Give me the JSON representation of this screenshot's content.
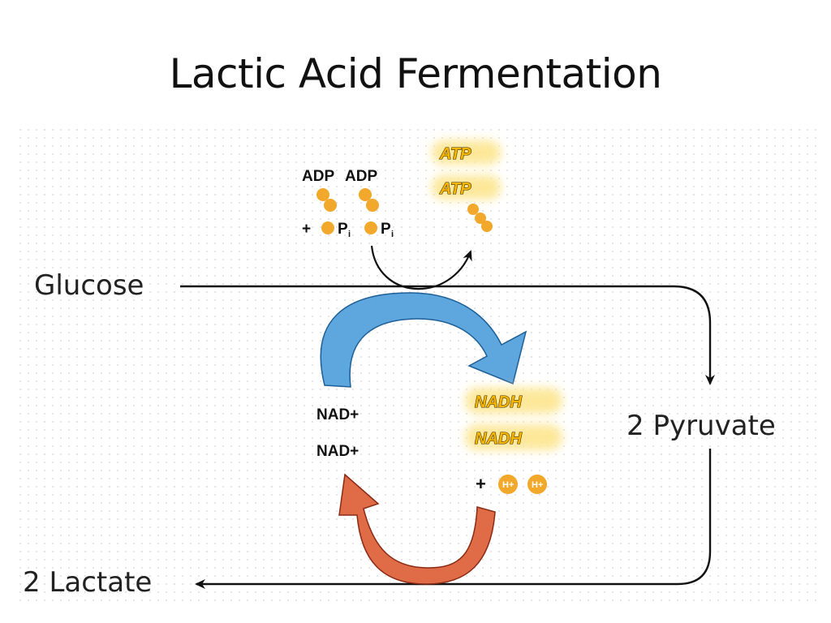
{
  "title": "Lactic Acid Fermentation",
  "diagram": {
    "input": "Glucose",
    "intermediate": "2 Pyruvate",
    "output": "2 Lactate",
    "adp": [
      "ADP",
      "ADP"
    ],
    "plus": "+",
    "pi": [
      "P",
      "P"
    ],
    "pi_subscript": "i",
    "atp": [
      "ATP",
      "ATP"
    ],
    "nad": [
      "NAD+",
      "NAD+"
    ],
    "nadh": [
      "NADH",
      "NADH"
    ],
    "hplus_plus": "+",
    "hplus": [
      "H+",
      "H+"
    ],
    "colors": {
      "phosphate": "#f2a82a",
      "badge_glow": "#fde89a",
      "blue_arrow": "#5ea6de",
      "red_arrow": "#e06b47",
      "line": "#111111",
      "dot_grid": "#cfd3da"
    }
  }
}
